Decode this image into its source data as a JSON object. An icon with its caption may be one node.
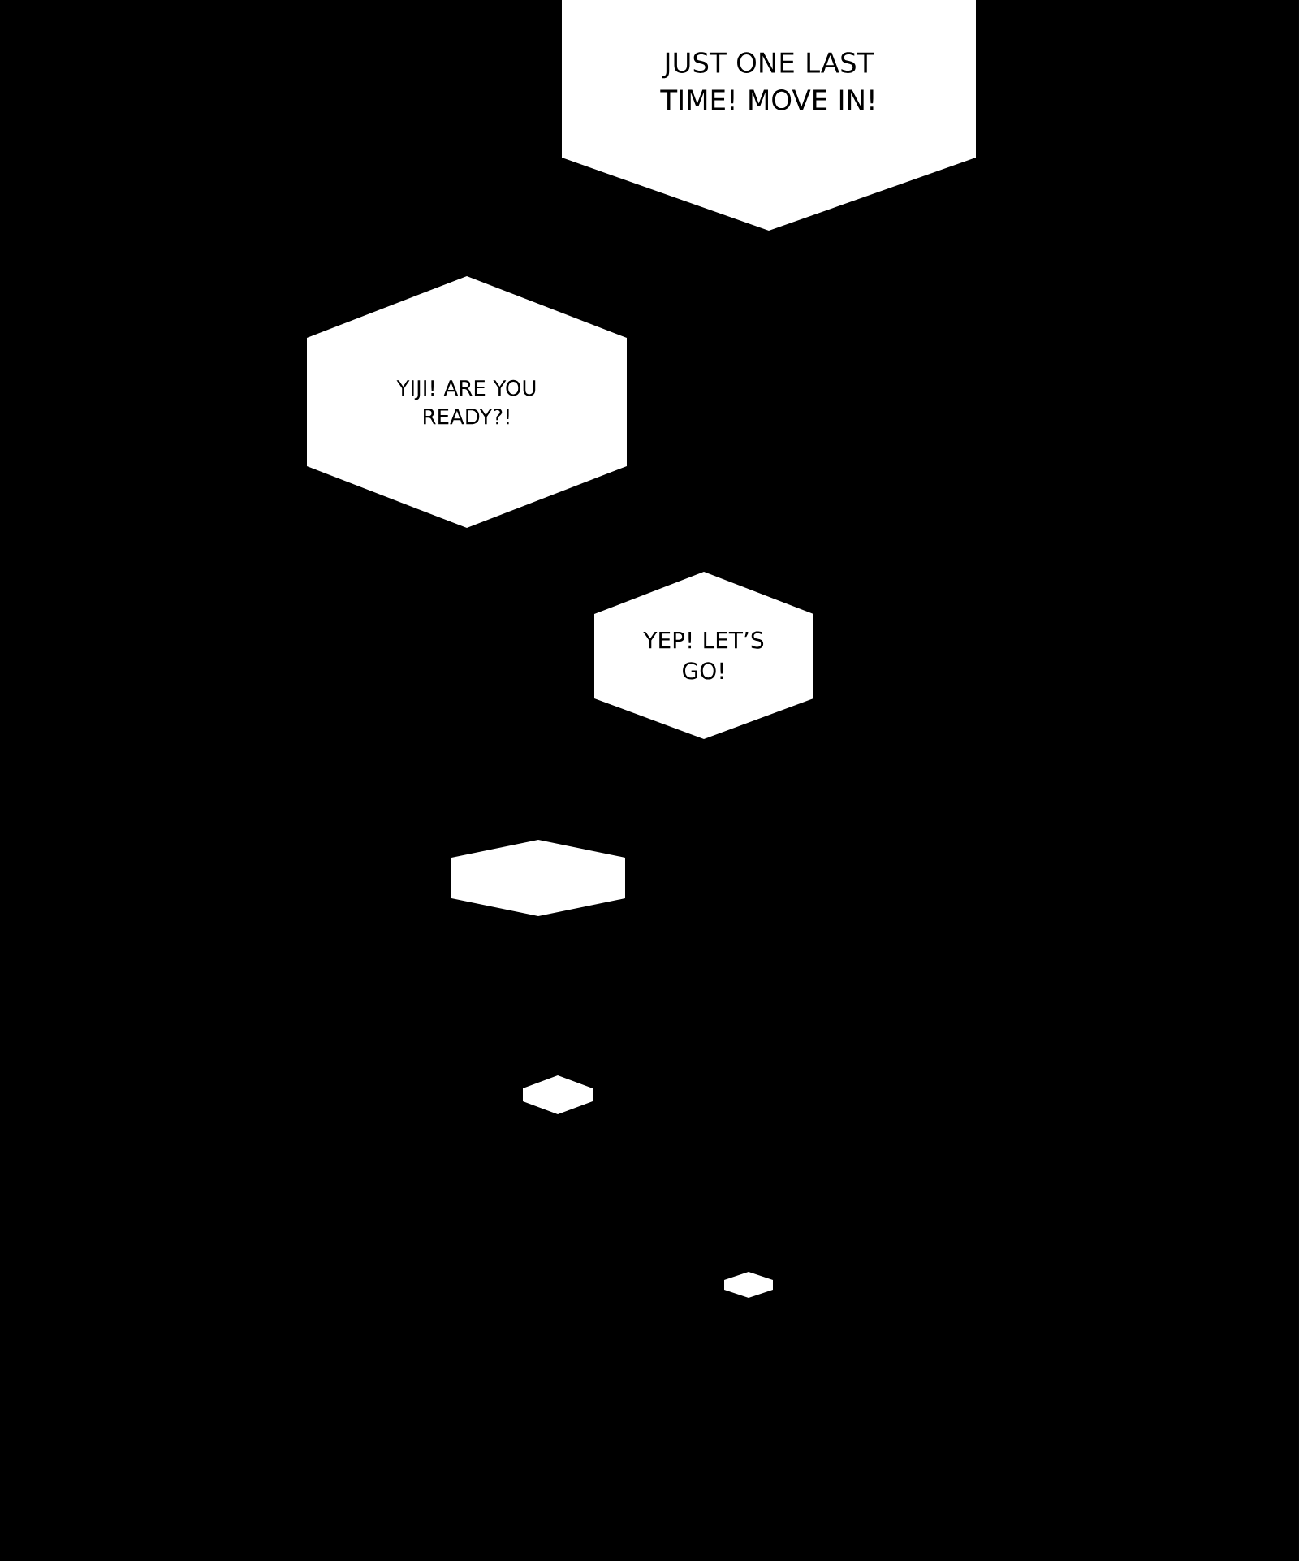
{
  "diagram": {
    "nodes": [
      {
        "text": [
          "JUST ONE LAST TIME! MOVE IN!"
        ]
      },
      {
        "text": [
          "YIJI! ARE YOU READY?!"
        ]
      },
      {
        "text": [
          "YEP! LET’S GO!"
        ]
      },
      {
        "text": [],
        "shape": "hexagon"
      },
      {
        "text": [],
        "shape": "hexagon"
      },
      {
        "text": [],
        "shape": "hexagon"
      }
    ]
  }
}
